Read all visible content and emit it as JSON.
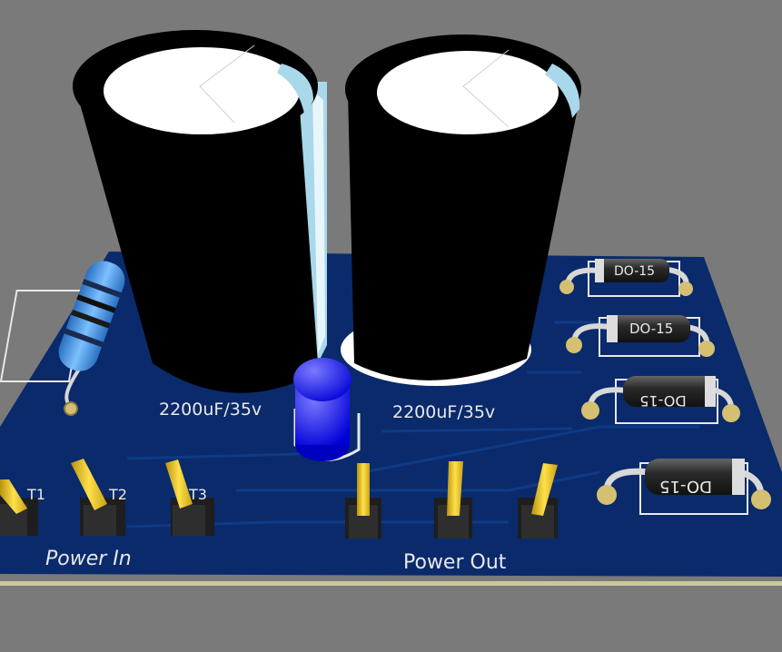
{
  "board": {
    "capacitor_labels": [
      "2200uF/35v",
      "2200uF/35v"
    ],
    "diode_labels": [
      "DO-15",
      "DO-15",
      "DO-15",
      "DO-15"
    ],
    "pin_labels": [
      "T1",
      "T2",
      "T3"
    ],
    "power_in_label": "Power In",
    "power_out_label": "Power Out"
  },
  "colors": {
    "background": "#7a7a7a",
    "pcb": "#0a2a6b",
    "silkscreen": "#e8e8e8",
    "led": "#1a1aff",
    "resistor": "#3a8de0",
    "pin_gold": "#e8c21a"
  }
}
